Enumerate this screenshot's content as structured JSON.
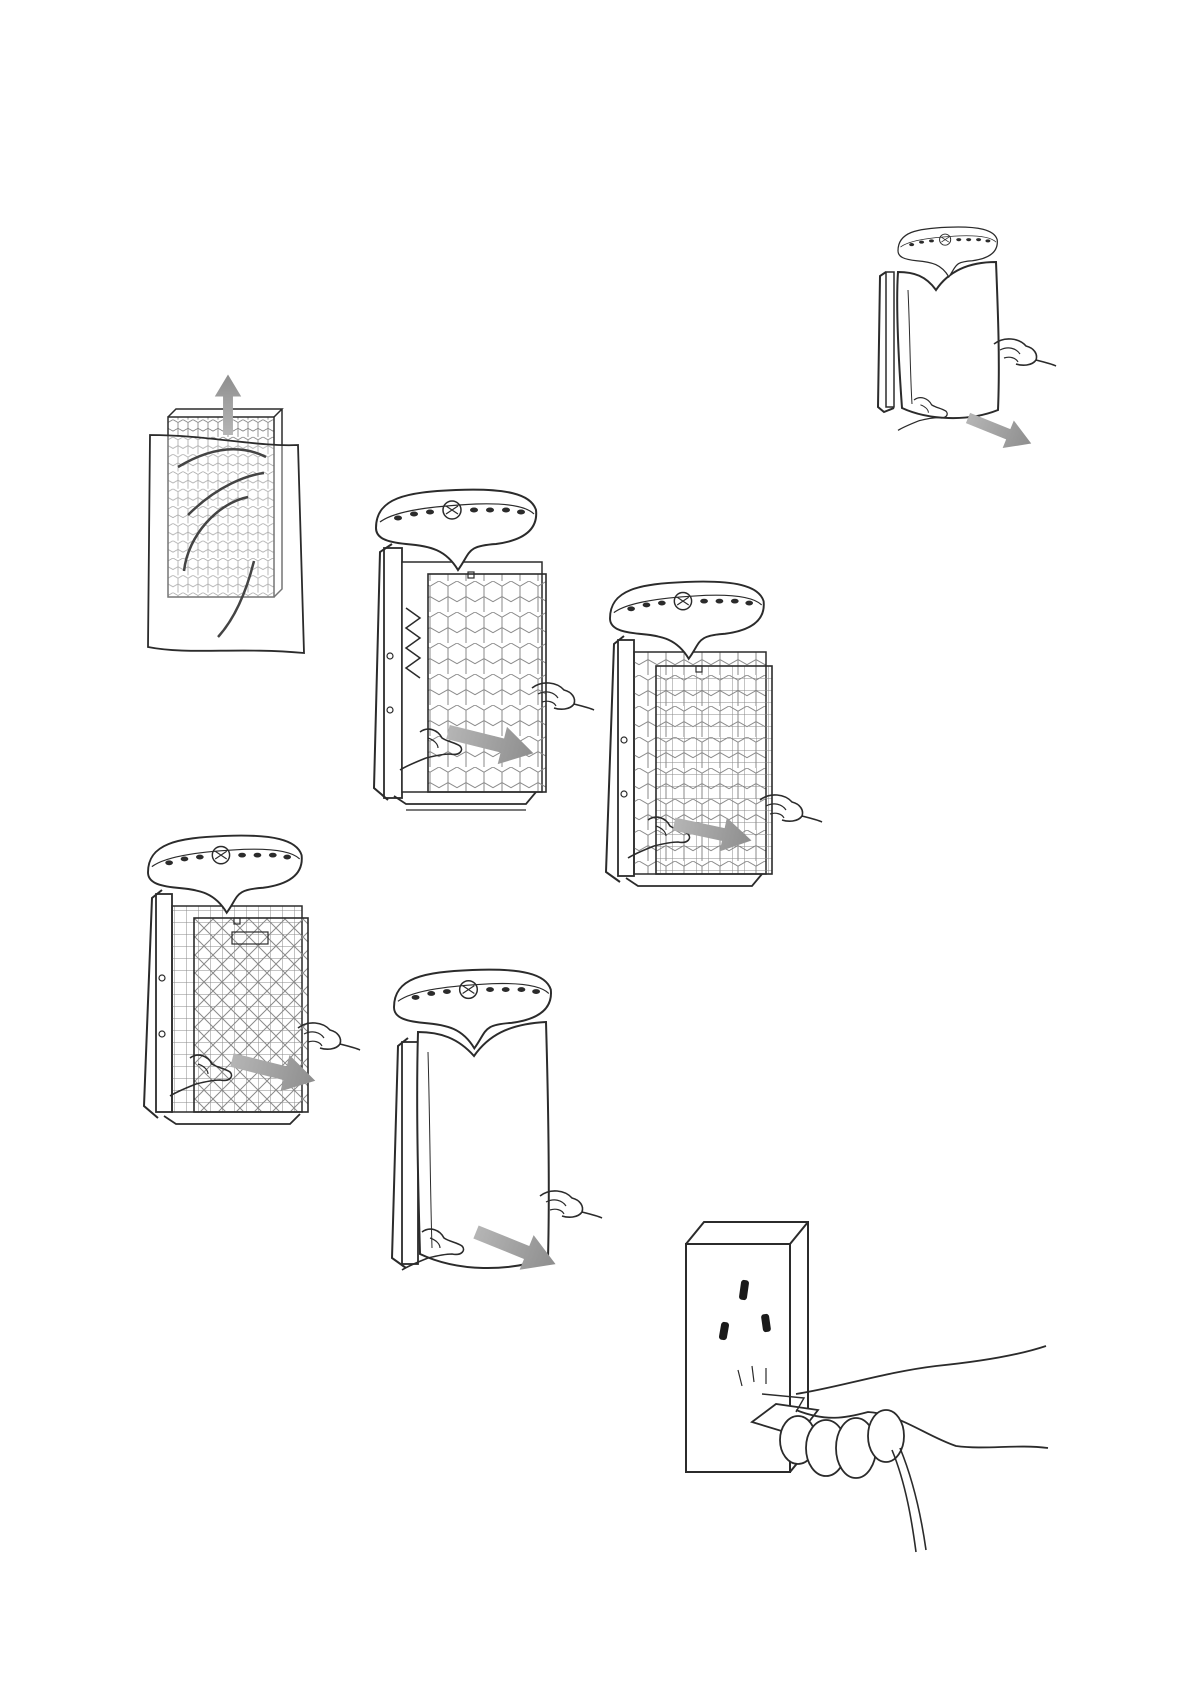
{
  "page": {
    "kind": "instruction-manual-illustrations",
    "background": "#ffffff",
    "line_color": "#2b2b2b",
    "arrow_color": "#9a9a9a"
  },
  "figures": [
    {
      "id": "remove-front-cover",
      "icon": "purifier-front-cover-removal"
    },
    {
      "id": "unwrap-filter",
      "icon": "filter-in-plastic-bag"
    },
    {
      "id": "insert-honeycomb-filter",
      "icon": "purifier-honeycomb-filter"
    },
    {
      "id": "insert-hepa-filter",
      "icon": "purifier-grid-filter"
    },
    {
      "id": "insert-pre-filter",
      "icon": "purifier-diamond-mesh-filter"
    },
    {
      "id": "replace-front-cover",
      "icon": "purifier-front-cover-attach"
    },
    {
      "id": "plug-into-socket",
      "icon": "hand-plugging-power-cord"
    }
  ]
}
